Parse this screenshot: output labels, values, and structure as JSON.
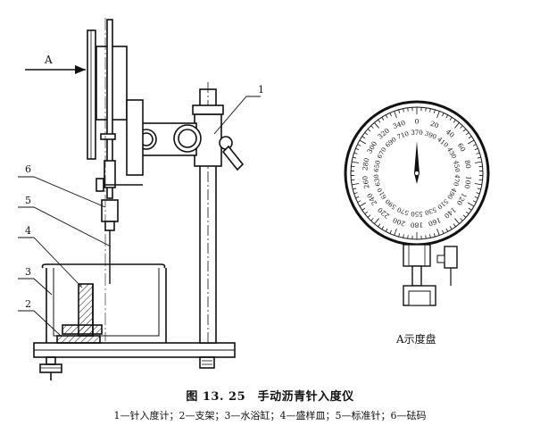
{
  "figure": {
    "view_arrow_label": "A",
    "callouts": [
      "1",
      "6",
      "5",
      "4",
      "3",
      "2"
    ],
    "dial_caption": "A示度盘",
    "dial_outer_numbers": [
      "0",
      "20",
      "40",
      "60",
      "80",
      "100",
      "120",
      "140",
      "160",
      "180",
      "200",
      "220",
      "240",
      "260",
      "280",
      "300",
      "320",
      "340"
    ],
    "dial_inner_numbers": [
      "370",
      "390",
      "410",
      "430",
      "450",
      "470",
      "490",
      "510",
      "530",
      "550",
      "570",
      "590",
      "610",
      "630",
      "650",
      "670",
      "690",
      "710"
    ]
  },
  "caption": {
    "title": "图 13. 25　手动沥青针入度仪",
    "legend": "1—针入度计；2—支架；3—水浴缸；4—盛样皿；5—标准针；6—砝码"
  }
}
